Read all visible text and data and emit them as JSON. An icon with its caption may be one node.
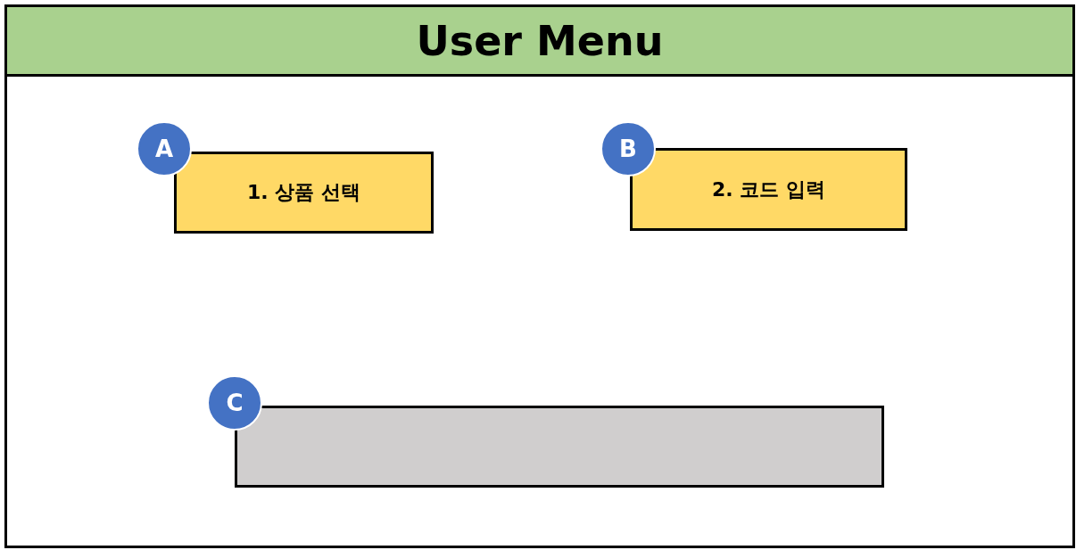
{
  "diagram": {
    "title": "User Menu",
    "nodes": [
      {
        "text": [
          "1. 상품 선택"
        ]
      },
      {
        "text": [
          "2. 코드 입력"
        ]
      },
      {
        "text": [],
        "shape": "box"
      },
      {
        "text": [
          "A"
        ]
      },
      {
        "text": [
          "B"
        ]
      },
      {
        "text": [
          "C"
        ]
      }
    ]
  }
}
